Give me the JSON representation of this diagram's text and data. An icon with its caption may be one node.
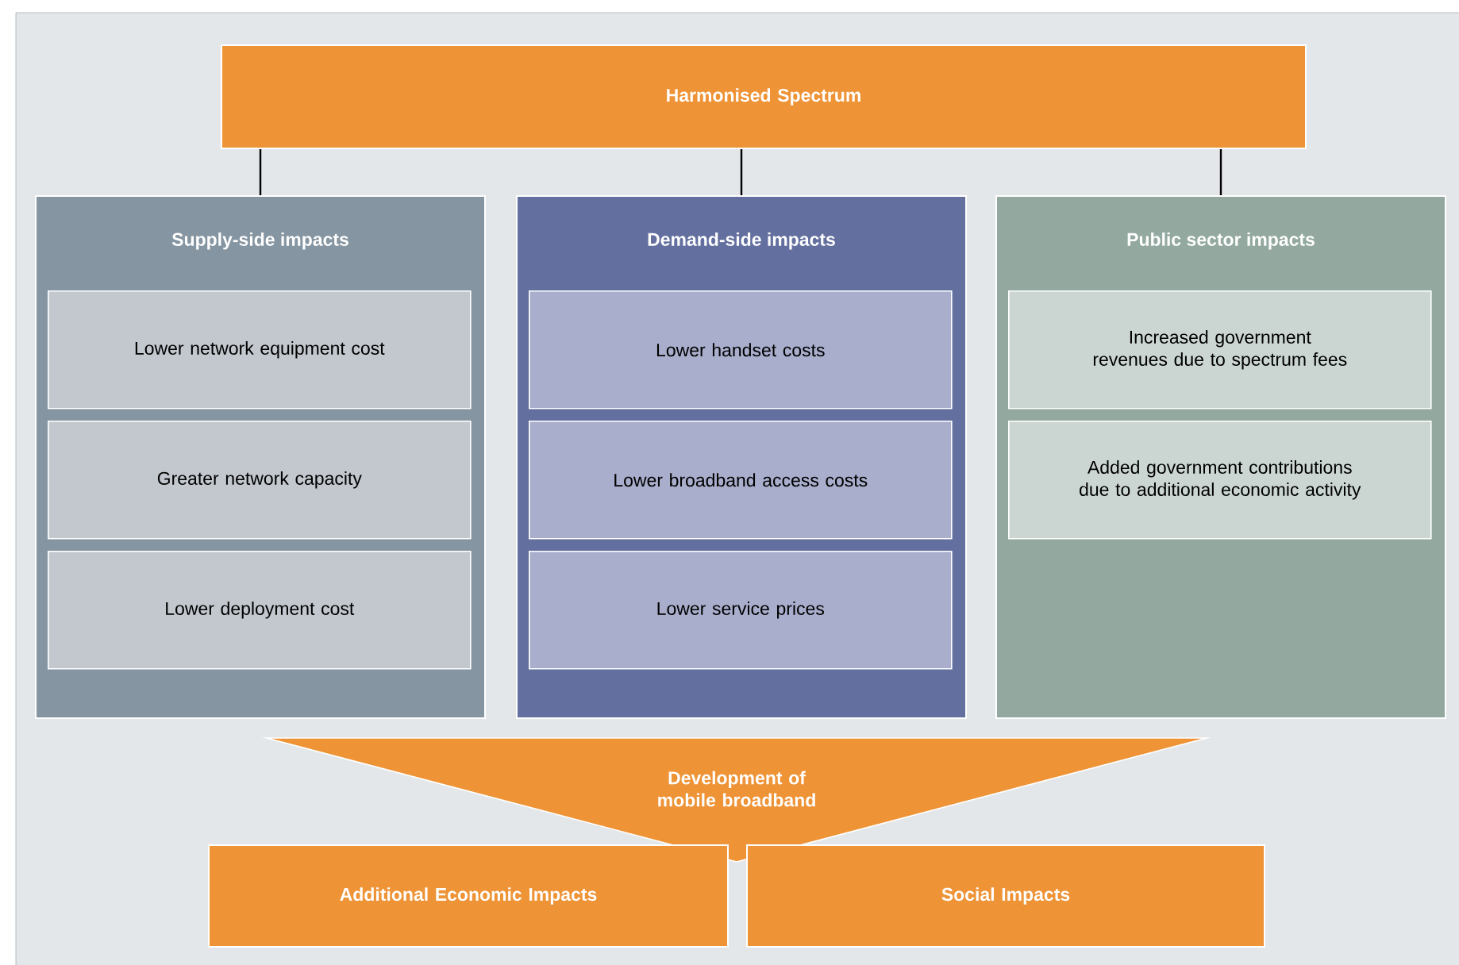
{
  "diagram": {
    "nodes": [
      {
        "text": [
          "Harmonised Spectrum"
        ]
      },
      {
        "text": [
          "Supply-side impacts"
        ]
      },
      {
        "text": [
          "Lower network equipment cost"
        ],
        "in": 1
      },
      {
        "text": [
          "Greater network capacity"
        ],
        "in": 1
      },
      {
        "text": [
          "Lower deployment cost"
        ],
        "in": 1
      },
      {
        "text": [
          "Demand-side impacts"
        ]
      },
      {
        "text": [
          "Lower handset costs"
        ],
        "in": 5
      },
      {
        "text": [
          "Lower broadband access costs"
        ],
        "in": 5
      },
      {
        "text": [
          "Lower service prices"
        ],
        "in": 5
      },
      {
        "text": [
          "Public sector impacts"
        ]
      },
      {
        "text": [
          "Increased government revenues due to spectrum fees"
        ],
        "in": 9
      },
      {
        "text": [
          "Added government contributions due to additional economic activity"
        ],
        "in": 9
      },
      {
        "text": [
          "Development of mobile broadband"
        ]
      },
      {
        "text": [
          "Additional Economic Impacts"
        ]
      },
      {
        "text": [
          "Social Impacts"
        ]
      }
    ],
    "edges": [
      {
        "from": 0,
        "to": 1,
        "arrow": "none"
      },
      {
        "from": 0,
        "to": 5,
        "arrow": "none"
      },
      {
        "from": 0,
        "to": 9,
        "arrow": "none"
      }
    ]
  }
}
